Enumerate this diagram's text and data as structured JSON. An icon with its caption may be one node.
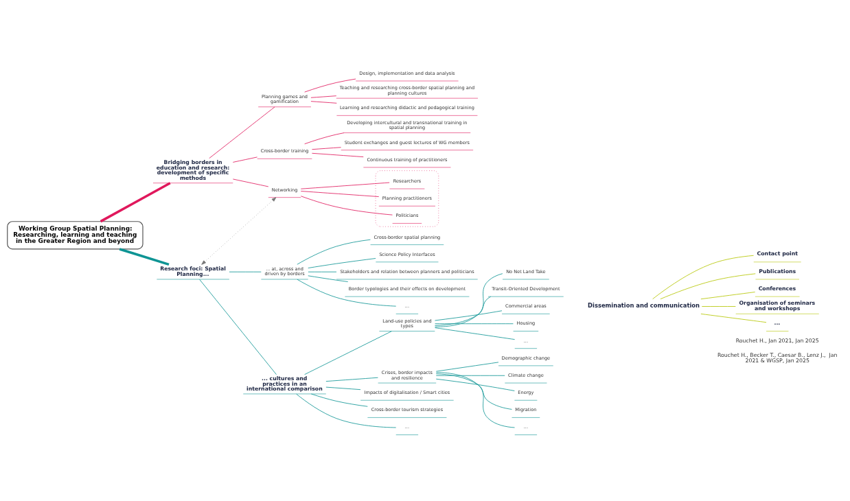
{
  "diagram": {
    "nodes": [
      {
        "text": [
          "Working Group Spatial Planning: Researching, learning and teaching in the Greater Region and beyond"
        ]
      },
      {
        "text": [
          "Bridging borders in education and research: development of specific methods"
        ]
      },
      {
        "text": [
          "Planning games and gamification"
        ]
      },
      {
        "text": [
          "Design, implementation and data analysis"
        ]
      },
      {
        "text": [
          "Teaching and researching cross-border spatial planning and planning cultures"
        ]
      },
      {
        "text": [
          "Learning and researching didactic and pedagogical training"
        ]
      },
      {
        "text": [
          "Cross-border training"
        ]
      },
      {
        "text": [
          "Developing intercultural and transnational training in spatial planning"
        ]
      },
      {
        "text": [
          "Student exchanges and guest lectures of WG members"
        ]
      },
      {
        "text": [
          "Continuous training of practitioners"
        ]
      },
      {
        "text": [
          "Networking"
        ]
      },
      {
        "text": [],
        "shape": "box"
      },
      {
        "text": [
          "Researchers"
        ],
        "in": 11
      },
      {
        "text": [
          "Planning practitioners"
        ],
        "in": 11
      },
      {
        "text": [
          "Politicians"
        ],
        "in": 11
      },
      {
        "text": [
          "Research foci: Spatial Planning..."
        ]
      },
      {
        "text": [
          "... at, across and driven by borders"
        ]
      },
      {
        "text": [
          "Cross-border spatial planning"
        ]
      },
      {
        "text": [
          "Science Policy Interfaces"
        ]
      },
      {
        "text": [
          "Stakeholders and relation between planners and politicians"
        ]
      },
      {
        "text": [
          "Border typologies and their effects on development"
        ]
      },
      {
        "text": [
          "..."
        ]
      },
      {
        "text": [
          "... cultures and practices in an international comparison"
        ]
      },
      {
        "text": [
          "Land-use policies and types"
        ]
      },
      {
        "text": [
          "No Net Land Take"
        ]
      },
      {
        "text": [
          "Transit-Oriented Development"
        ]
      },
      {
        "text": [
          "Commercial areas"
        ]
      },
      {
        "text": [
          "Housing"
        ]
      },
      {
        "text": [
          "..."
        ]
      },
      {
        "text": [
          "Crises, border impacts and resilience"
        ]
      },
      {
        "text": [
          "Demographic change"
        ]
      },
      {
        "text": [
          "Climate change"
        ]
      },
      {
        "text": [
          "Energy"
        ]
      },
      {
        "text": [
          "Migration"
        ]
      },
      {
        "text": [
          "..."
        ]
      },
      {
        "text": [
          "Impacts of digitalisation / Smart cities"
        ]
      },
      {
        "text": [
          "Cross-border tourism strategies"
        ]
      },
      {
        "text": [
          "..."
        ]
      },
      {
        "text": [
          "Dissemination and communication"
        ]
      },
      {
        "text": [
          "Contact point"
        ]
      },
      {
        "text": [
          "Publications"
        ]
      },
      {
        "text": [
          "Conferences"
        ]
      },
      {
        "text": [
          "Organisation of seminars and workshops"
        ]
      },
      {
        "text": [
          "..."
        ]
      }
    ],
    "edges": [
      {
        "from": 0,
        "to": 1,
        "arrow": "none",
        "color": "#e0185c",
        "style": "thick"
      },
      {
        "from": 1,
        "to": 2,
        "arrow": "none",
        "color": "#e0185c"
      },
      {
        "from": 2,
        "to": 3,
        "arrow": "none",
        "color": "#e0185c"
      },
      {
        "from": 2,
        "to": 4,
        "arrow": "none",
        "color": "#e0185c"
      },
      {
        "from": 2,
        "to": 5,
        "arrow": "none",
        "color": "#e0185c"
      },
      {
        "from": 1,
        "to": 6,
        "arrow": "none",
        "color": "#e0185c"
      },
      {
        "from": 6,
        "to": 7,
        "arrow": "none",
        "color": "#e0185c"
      },
      {
        "from": 6,
        "to": 8,
        "arrow": "none",
        "color": "#e0185c"
      },
      {
        "from": 6,
        "to": 9,
        "arrow": "none",
        "color": "#e0185c"
      },
      {
        "from": 1,
        "to": 10,
        "arrow": "none",
        "color": "#e0185c"
      },
      {
        "from": 10,
        "to": 12,
        "arrow": "none",
        "color": "#e0185c"
      },
      {
        "from": 10,
        "to": 13,
        "arrow": "none",
        "color": "#e0185c"
      },
      {
        "from": 10,
        "to": 14,
        "arrow": "none",
        "color": "#e0185c"
      },
      {
        "from": 0,
        "to": 15,
        "arrow": "none",
        "style": "thick"
      },
      {
        "from": 15,
        "to": 16,
        "arrow": "none"
      },
      {
        "from": 16,
        "to": 17,
        "arrow": "none"
      },
      {
        "from": 16,
        "to": 18,
        "arrow": "none"
      },
      {
        "from": 16,
        "to": 19,
        "arrow": "none"
      },
      {
        "from": 16,
        "to": 20,
        "arrow": "none"
      },
      {
        "from": 16,
        "to": 21,
        "arrow": "none"
      },
      {
        "from": 15,
        "to": 22,
        "arrow": "none"
      },
      {
        "from": 22,
        "to": 23,
        "arrow": "none"
      },
      {
        "from": 23,
        "to": 24,
        "arrow": "none"
      },
      {
        "from": 23,
        "to": 25,
        "arrow": "none"
      },
      {
        "from": 23,
        "to": 26,
        "arrow": "none"
      },
      {
        "from": 23,
        "to": 27,
        "arrow": "none"
      },
      {
        "from": 23,
        "to": 28,
        "arrow": "none"
      },
      {
        "from": 22,
        "to": 29,
        "arrow": "none"
      },
      {
        "from": 29,
        "to": 30,
        "arrow": "none"
      },
      {
        "from": 29,
        "to": 31,
        "arrow": "none"
      },
      {
        "from": 29,
        "to": 32,
        "arrow": "none"
      },
      {
        "from": 29,
        "to": 33,
        "arrow": "none"
      },
      {
        "from": 29,
        "to": 34,
        "arrow": "none"
      },
      {
        "from": 22,
        "to": 35,
        "arrow": "none"
      },
      {
        "from": 22,
        "to": 36,
        "arrow": "none"
      },
      {
        "from": 22,
        "to": 37,
        "arrow": "none"
      },
      {
        "from": 38,
        "to": 39,
        "arrow": "none",
        "color": "#b5c600"
      },
      {
        "from": 38,
        "to": 40,
        "arrow": "none",
        "color": "#b5c600"
      },
      {
        "from": 38,
        "to": 41,
        "arrow": "none",
        "color": "#b5c600"
      },
      {
        "from": 38,
        "to": 42,
        "arrow": "none",
        "color": "#b5c600"
      },
      {
        "from": 38,
        "to": 43,
        "arrow": "none",
        "color": "#b5c600"
      },
      {
        "from": 10,
        "to": 15,
        "arrow": "both",
        "style": "dashed",
        "color": "#777777"
      }
    ],
    "labels": [
      "Rouchet H., Jan 2021, Jan 2025",
      "Rouchet H., Becker T., Caesar B., Lenz J.,  Jan 2021 & WGSP, Jan 2025"
    ]
  }
}
